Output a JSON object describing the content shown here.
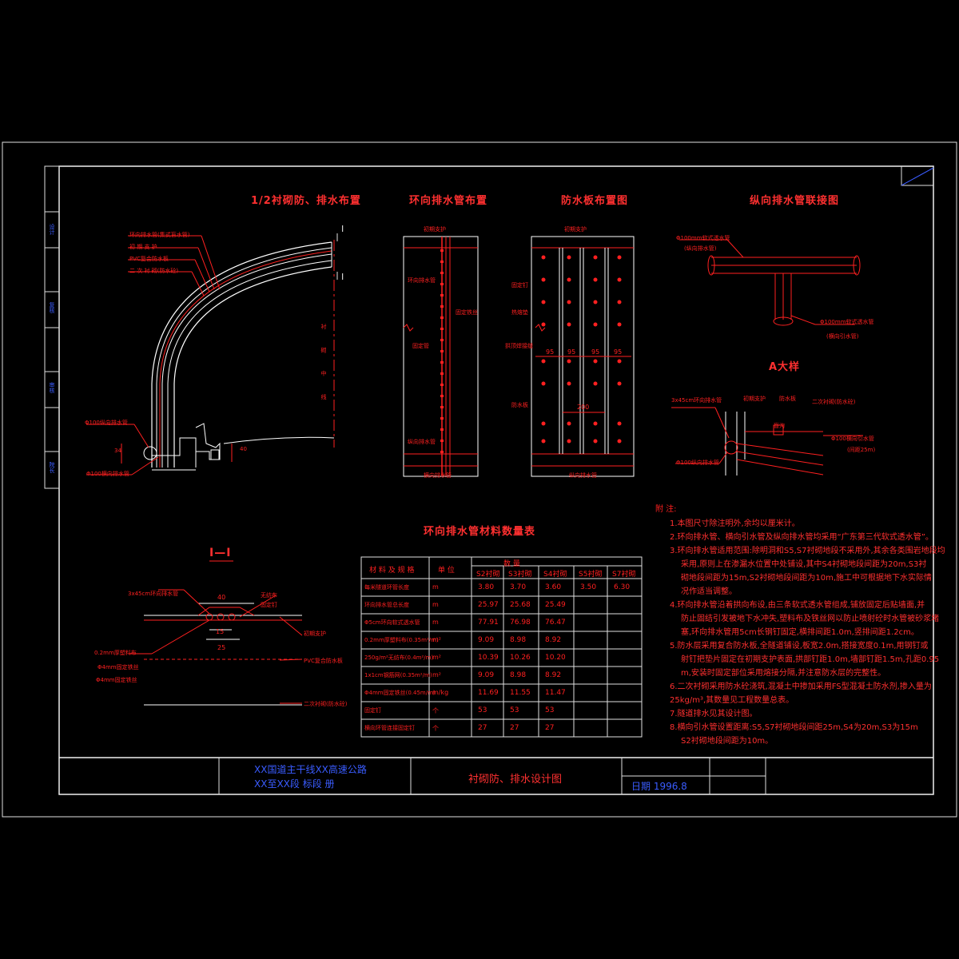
{
  "titles": {
    "lining": "1/2衬砌防、排水布置",
    "ring_pipe": "环向排水管布置",
    "board": "防水板布置图",
    "long_pipe": "纵向排水管联接图",
    "detail_a": "A大样",
    "section": "I—I",
    "table": "环向排水管材料数量表"
  },
  "lining_labels": [
    "环向排水管(集式盲水管)",
    "初 期 支 护",
    "PVC复合防水板",
    "二 次 衬 砌(防水砼)",
    "Φ100纵向排水管",
    "Φ100横向排水管"
  ],
  "lining_center": "衬 砌 中 线",
  "section_marks": [
    "I",
    "I"
  ],
  "dim_34": "34",
  "dim_40": "40",
  "ring_labels": [
    "初期支护",
    "环向排水管",
    "固定铁丝",
    "固定管",
    "纵向排水管",
    "横向排水管"
  ],
  "board_labels": [
    "初期支护",
    "固定钉",
    "热熔垫",
    "拱顶焊接缝",
    "防水板",
    "纵向排水管"
  ],
  "board_dims": [
    "95",
    "95",
    "95",
    "95",
    "200"
  ],
  "long_labels": [
    "Φ100mm软式透水管",
    "(纵向排水管)",
    "Φ100mm软式透水管",
    "(横向引水管)"
  ],
  "detail_labels": [
    "3x45cm环向排水管",
    "初期支护",
    "防水板",
    "二次衬砌(防水砼)",
    "盲沟",
    "Φ100横向引水管",
    "(间距25m)",
    "Φ100纵向排水管"
  ],
  "section_labels": [
    "3x45cm环向排水管",
    "无纺布",
    "固定钉",
    "初期支护",
    "0.2mm厚塑料布",
    "PVC复合防水板",
    "Φ4mm固定铁丝",
    "二次衬砌(防水砼)",
    "Φ4mm固定铁丝"
  ],
  "section_dims": [
    "40",
    "15",
    "25"
  ],
  "table": {
    "header_name": "材 料 及 规 格",
    "header_unit": "单 位",
    "header_qty": "数    量",
    "cols": [
      "S2衬砌",
      "S3衬砌",
      "S4衬砌",
      "S5衬砌",
      "S7衬砌"
    ],
    "rows": [
      {
        "name": "每米隧道环管长度",
        "unit": "m",
        "vals": [
          "3.80",
          "3.70",
          "3.60",
          "3.50",
          "6.30"
        ]
      },
      {
        "name": "环向排水管总长度",
        "unit": "m",
        "vals": [
          "25.97",
          "25.68",
          "25.49",
          "",
          ""
        ]
      },
      {
        "name": "Φ5cm环向软式透水管",
        "unit": "m",
        "vals": [
          "77.91",
          "76.98",
          "76.47",
          "",
          ""
        ]
      },
      {
        "name": "0.2mm厚塑料布(0.35m²/m)",
        "unit": "m²",
        "vals": [
          "9.09",
          "8.98",
          "8.92",
          "",
          ""
        ]
      },
      {
        "name": "250g/m²无纺布(0.4m²/m)",
        "unit": "m²",
        "vals": [
          "10.39",
          "10.26",
          "10.20",
          "",
          ""
        ]
      },
      {
        "name": "1x1cm钢筋网(0.35m²/m)",
        "unit": "m²",
        "vals": [
          "9.09",
          "8.98",
          "8.92",
          "",
          ""
        ]
      },
      {
        "name": "Φ4mm固定铁丝(0.45m/m)",
        "unit": "m/kg",
        "vals": [
          "11.69",
          "11.55",
          "11.47",
          "",
          ""
        ]
      },
      {
        "name": "固定钉",
        "unit": "个",
        "vals": [
          "53",
          "53",
          "53",
          "",
          ""
        ]
      },
      {
        "name": "横向环管连接固定钉",
        "unit": "个",
        "vals": [
          "27",
          "27",
          "27",
          "",
          ""
        ]
      }
    ]
  },
  "notes_heading": "附   注:",
  "notes": [
    "1.本图尺寸除注明外,余均以厘米计。",
    "2.环向排水管、横向引水管及纵向排水管均采用“广东第三代软式透水管”。",
    "3.环向排水管适用范围:除明洞和S5,S7衬砌地段不采用外,其余各类围岩地段均",
    "采用,原则上在渗漏水位置中处铺设,其中S4衬砌地段间距为20m,S3衬",
    "砌地段间距为15m,S2衬砌地段间距为10m,施工中可根据地下水实际情",
    "况作适当调整。",
    "4.环向排水管沿着拱向布设,由三条软式透水管组成,铺放固定后贴墙面,并",
    "防止固结引发被地下水冲失,塑料布及铁丝网以防止喷射砼时水管被砂浆堵",
    "塞,环向排水管用5cm长钢钉固定,横排间距1.0m,竖排间距1.2cm。",
    "5.防水层采用复合防水板,全隧道铺设,板宽2.0m,搭接宽度0.1m,用钢钉或",
    "射钉把垫片固定在初期支护表面,拱部钉距1.0m,墙部钉距1.5m,孔距0.95",
    "m,安装时固定部位采用熔接分隔,并注意防水层的完整性。",
    "6.二次衬砌采用防水砼浇筑,混凝土中掺加采用FS型混凝土防水剂,掺入量为",
    "25kg/m³,其数量见工程数量总表。",
    "7.隧道排水见其设计图。",
    "8.横向引水管设置距离:S5,S7衬砌地段间距25m,S4为20m,S3为15m",
    "S2衬砌地段间距为10m。"
  ],
  "titleblock": {
    "project1": "XX国道主干线XX高速公路",
    "project2": "XX至XX段    标段    册",
    "drawing": "衬砌防、排水设计图",
    "date": "日期 1996.8"
  },
  "side_labels": [
    "设计",
    "复核",
    "审核",
    "院长"
  ]
}
